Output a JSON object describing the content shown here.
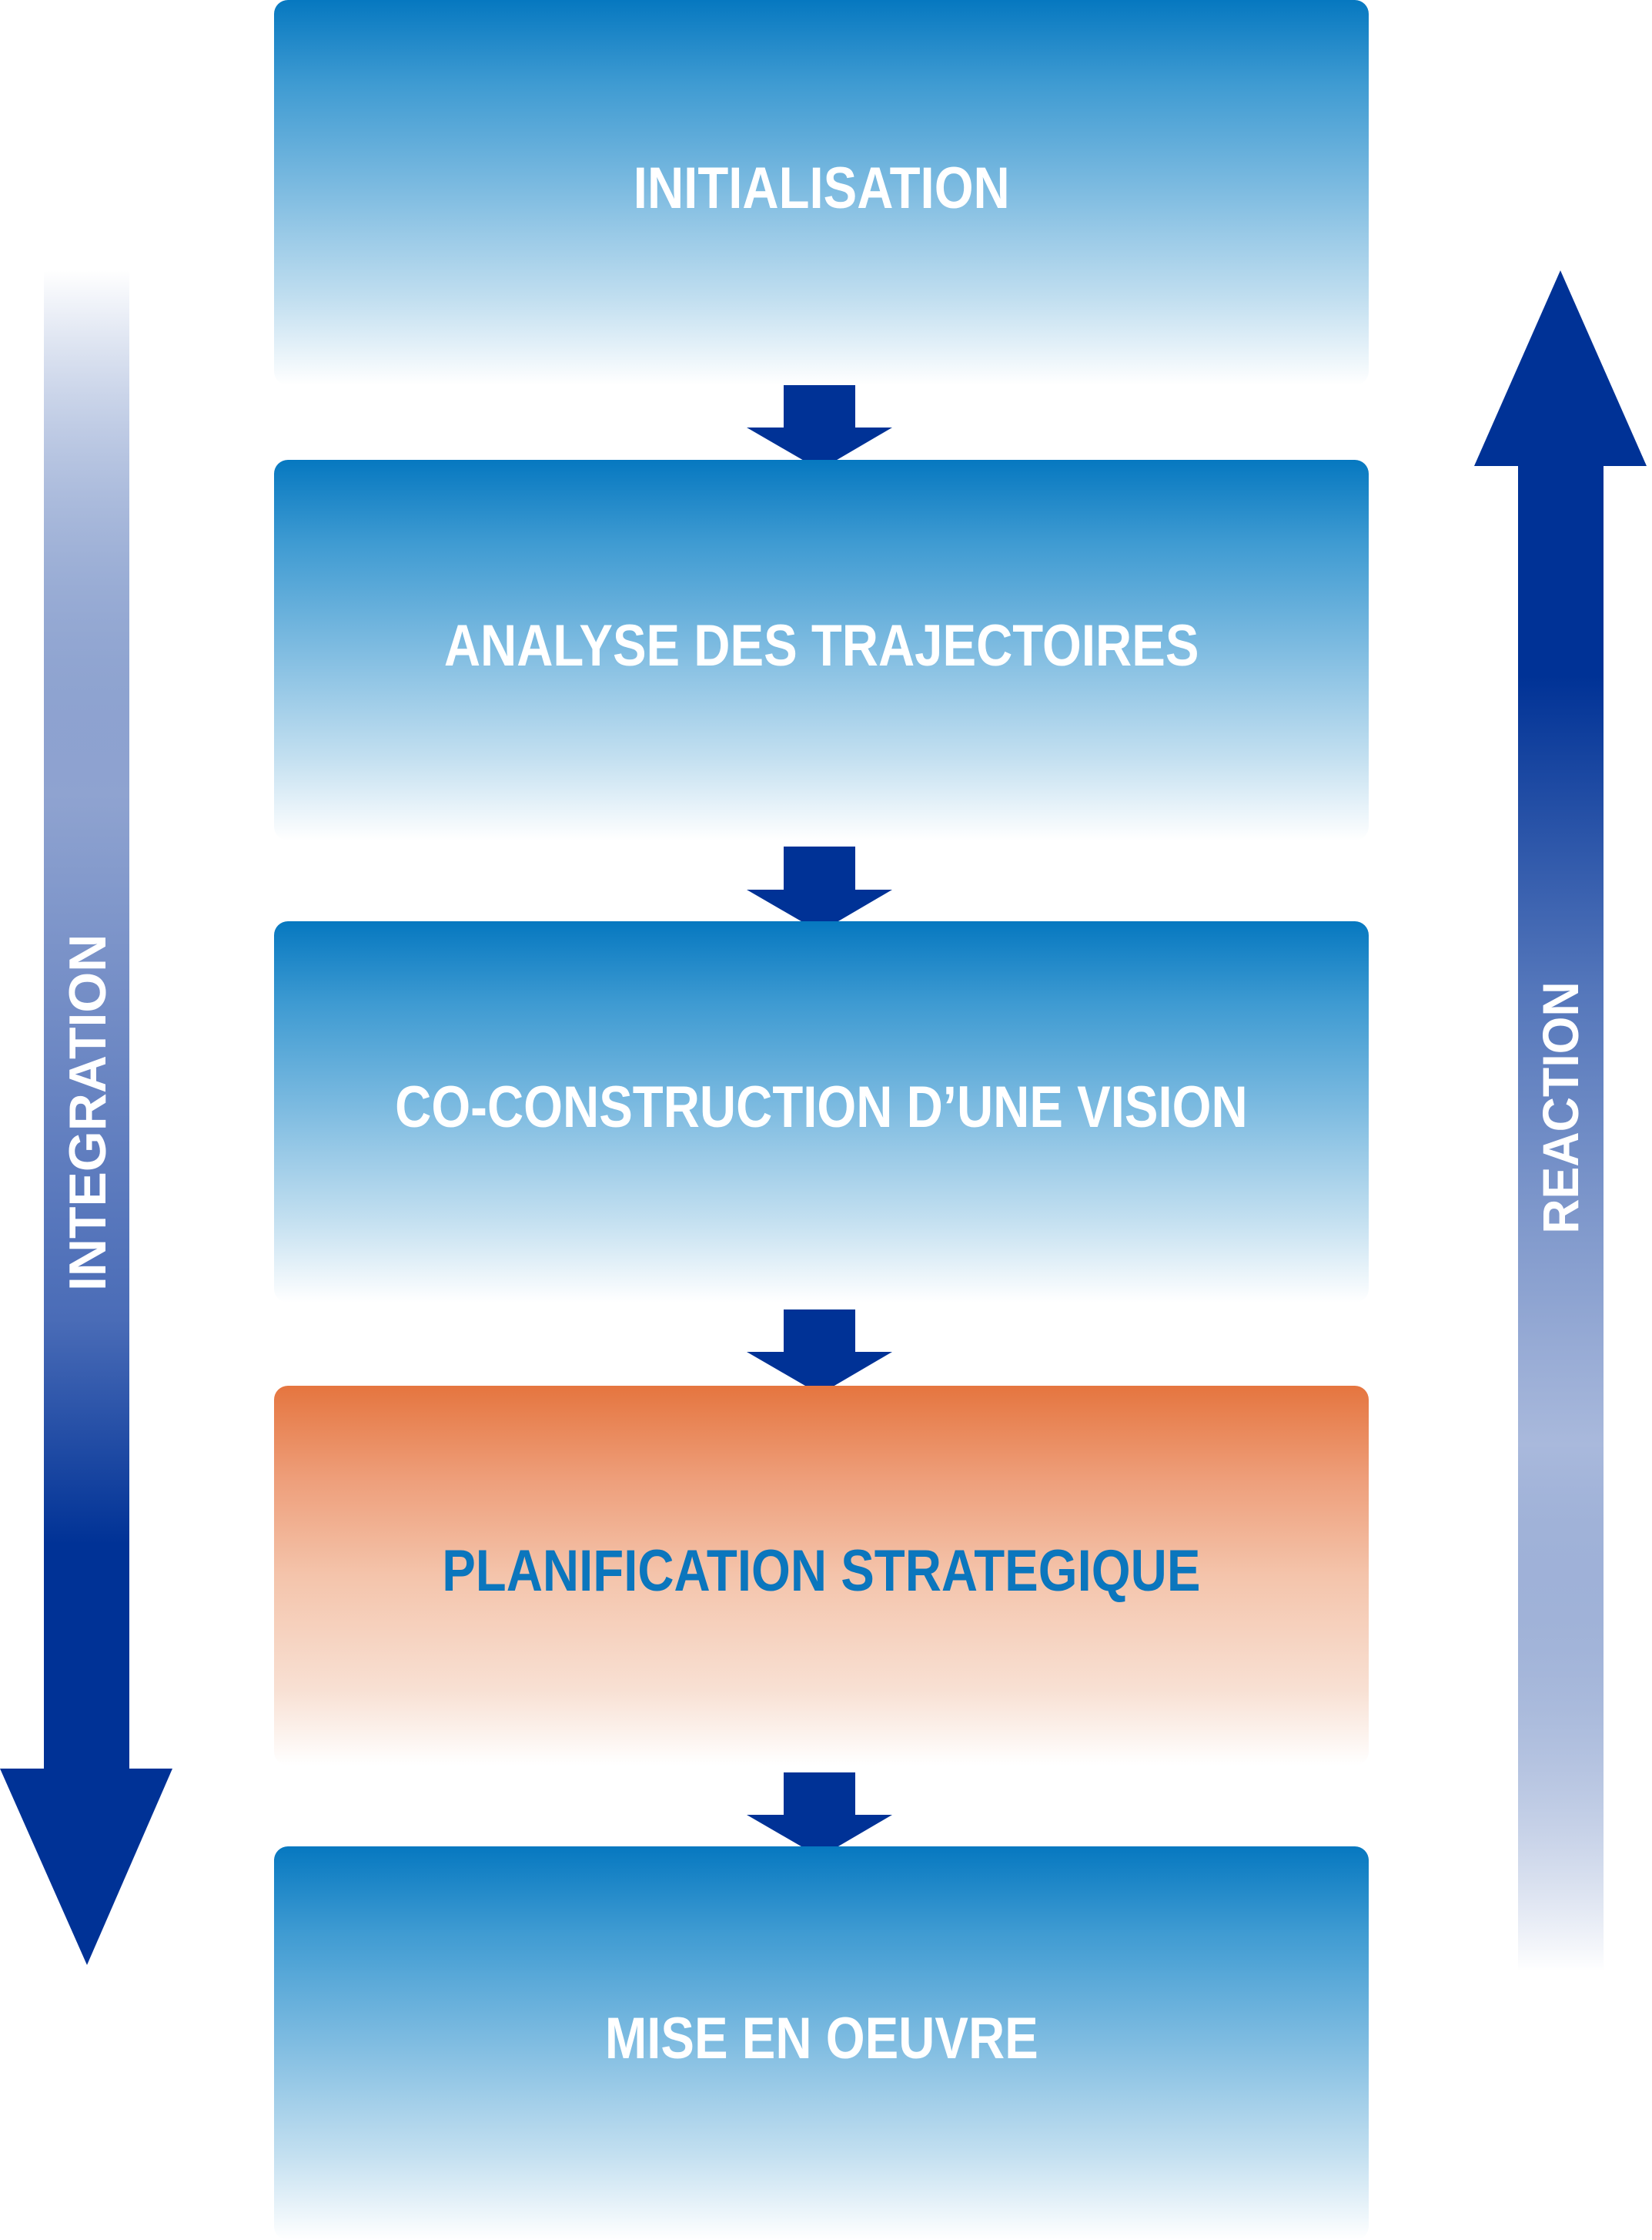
{
  "steps": [
    {
      "label": "INITIALISATION",
      "variant": "blue"
    },
    {
      "label": "ANALYSE DES TRAJECTOIRES",
      "variant": "blue"
    },
    {
      "label": "CO-CONSTRUCTION D’UNE VISION",
      "variant": "blue"
    },
    {
      "label": "PLANIFICATION STRATEGIQUE",
      "variant": "orange"
    },
    {
      "label": "MISE EN OEUVRE",
      "variant": "blue"
    }
  ],
  "side_arrows": {
    "left": {
      "label": "INTEGRATION",
      "direction": "down"
    },
    "right": {
      "label": "REACTION",
      "direction": "up"
    }
  },
  "colors": {
    "arrow_dark": "#003296",
    "step_blue_top": "#0678c0",
    "step_orange_top": "#e5753f",
    "highlight_text": "#0b76bd"
  }
}
